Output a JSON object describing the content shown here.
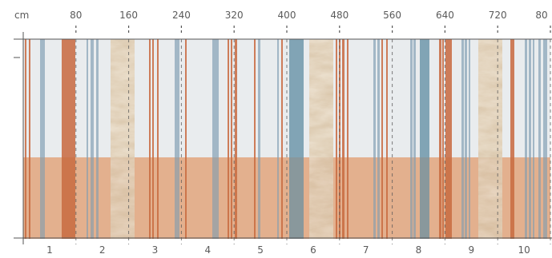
{
  "ruler": {
    "unit": "cm",
    "top_labels": [
      "80",
      "160",
      "240",
      "320",
      "400",
      "480",
      "560",
      "640",
      "720",
      "80"
    ],
    "panel_labels": [
      "1",
      "2",
      "3",
      "4",
      "5",
      "6",
      "7",
      "8",
      "9",
      "10"
    ]
  },
  "wallpaper": {
    "panel_count": 10,
    "colors": {
      "upper_background": "#e9ecee",
      "lower_background": "#e8b898",
      "copper_stripe": "#c8683e",
      "blue_stripe": "#8aa6b8",
      "steel_blue_band": "#6f98aa",
      "marble_band": "#d8c4a8",
      "ruler_line": "#555555"
    }
  }
}
